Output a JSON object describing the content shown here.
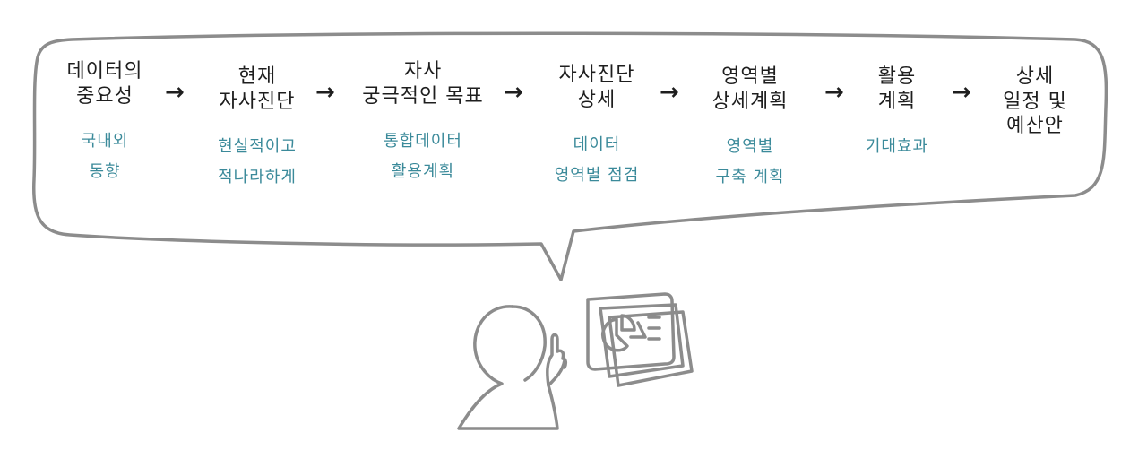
{
  "steps": [
    {
      "title": [
        "데이터의",
        "중요성"
      ],
      "sub": [
        "국내외",
        "동향"
      ]
    },
    {
      "title": [
        "현재",
        "자사진단"
      ],
      "sub": [
        "현실적이고",
        "적나라하게"
      ]
    },
    {
      "title": [
        "자사",
        "궁극적인 목표"
      ],
      "sub": [
        "통합데이터",
        "활용계획"
      ]
    },
    {
      "title": [
        "자사진단",
        "상세"
      ],
      "sub": [
        "데이터",
        "영역별 점검"
      ]
    },
    {
      "title": [
        "영역별",
        "상세계획"
      ],
      "sub": [
        "영역별",
        "구축 계획"
      ]
    },
    {
      "title": [
        "활용",
        "계획"
      ],
      "sub": [
        "기대효과"
      ]
    },
    {
      "title": [
        "상세",
        "일정 및",
        "예산안"
      ],
      "sub": []
    }
  ],
  "arrow_glyph": "→",
  "colors": {
    "title": "#1e1e1e",
    "sub": "#3b8a9a",
    "outline": "#8c8c8c"
  },
  "icons": [
    "speech-bubble-icon",
    "person-icon",
    "presentation-slides-icon",
    "pie-chart-icon"
  ]
}
